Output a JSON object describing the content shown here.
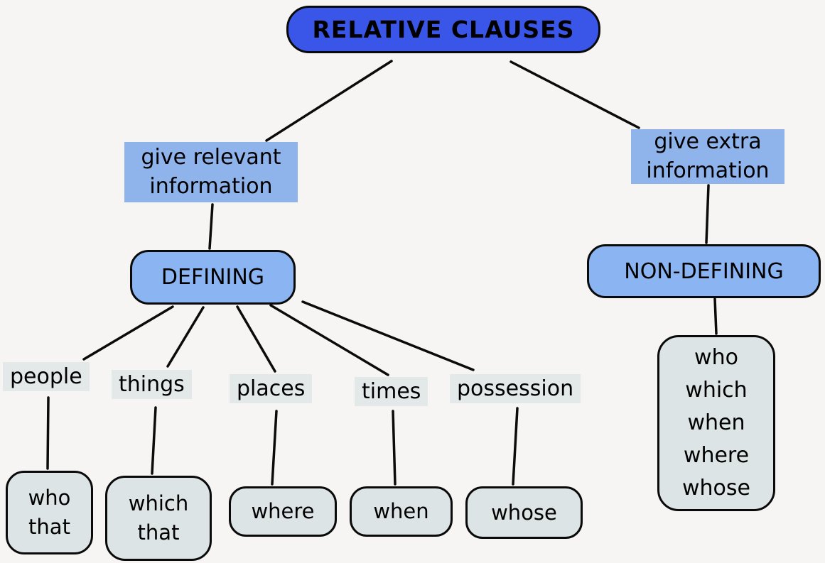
{
  "title": "RELATIVE CLAUSES",
  "branches": {
    "left": {
      "lines": [
        "give relevant",
        "information"
      ]
    },
    "right": {
      "lines": [
        "give extra",
        "information"
      ]
    }
  },
  "nodes": {
    "defining": "DEFINING",
    "non_defining": "NON-DEFINING"
  },
  "categories": [
    {
      "label": "people",
      "words": [
        "who",
        "that"
      ]
    },
    {
      "label": "things",
      "words": [
        "which",
        "that"
      ]
    },
    {
      "label": "places",
      "words": [
        "where"
      ]
    },
    {
      "label": "times",
      "words": [
        "when"
      ]
    },
    {
      "label": "possession",
      "words": [
        "whose"
      ]
    }
  ],
  "non_defining_words": [
    "who",
    "which",
    "when",
    "where",
    "whose"
  ],
  "colors": {
    "background": "#f6f5f3",
    "title_fill": "#3a56e8",
    "branch_label_fill": "#8fb3eb",
    "blue_node_fill": "#8ab4f2",
    "category_label_fill": "#e3e9e9",
    "leaf_fill": "#dde4e5",
    "line": "#0b0b0b",
    "text": "#000000"
  }
}
